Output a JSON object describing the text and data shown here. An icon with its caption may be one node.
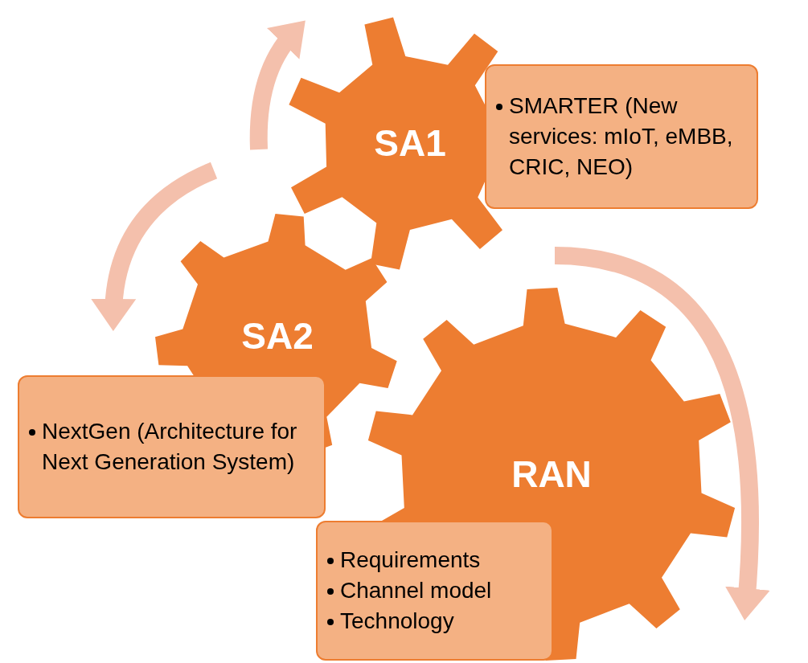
{
  "diagram": {
    "nodes": [
      {
        "text": [
          "SA1"
        ]
      },
      {
        "text": [
          "SMARTER (New services: mIoT, eMBB, CRIC, NEO)"
        ]
      },
      {
        "text": [
          "SA2"
        ]
      },
      {
        "text": [
          "NextGen (Architecture for Next Generation System)"
        ]
      },
      {
        "text": [
          "RAN"
        ]
      },
      {
        "text": [
          "Requirements",
          "Channel model",
          "Technology"
        ]
      }
    ]
  }
}
